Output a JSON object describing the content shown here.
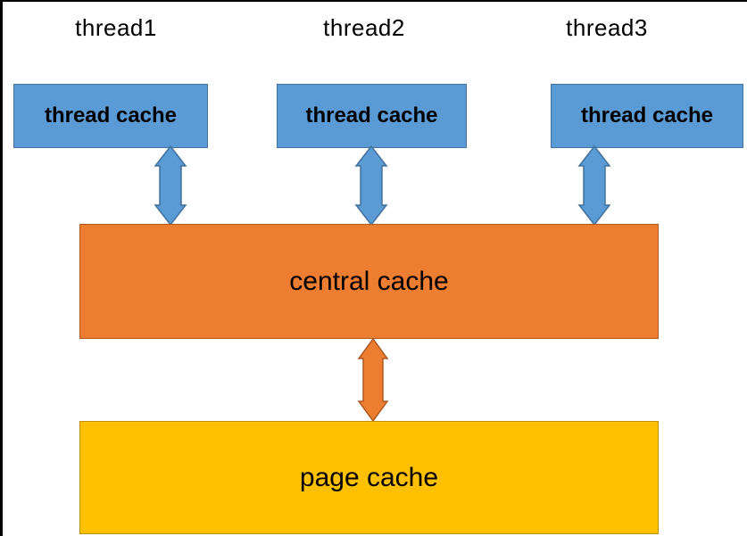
{
  "diagram": {
    "threads": [
      {
        "label": "thread1",
        "cache_label": "thread cache"
      },
      {
        "label": "thread2",
        "cache_label": "thread cache"
      },
      {
        "label": "thread3",
        "cache_label": "thread cache"
      }
    ],
    "central_cache": {
      "label": "central cache"
    },
    "page_cache": {
      "label": "page cache"
    }
  },
  "colors": {
    "background": "#FFFFFF",
    "frame": "#000000",
    "text": "#000000",
    "thread_fill": "#5B9BD5",
    "thread_border": "#41719C",
    "arrow_blue_fill": "#5B9BD5",
    "arrow_blue_border": "#41719C",
    "central_fill": "#ED7D31",
    "central_border": "#AE5A21",
    "orange_arrow_fill": "#ED7D31",
    "orange_arrow_border": "#AE5A21",
    "page_fill": "#FFC000",
    "page_border": "#BF9000"
  }
}
